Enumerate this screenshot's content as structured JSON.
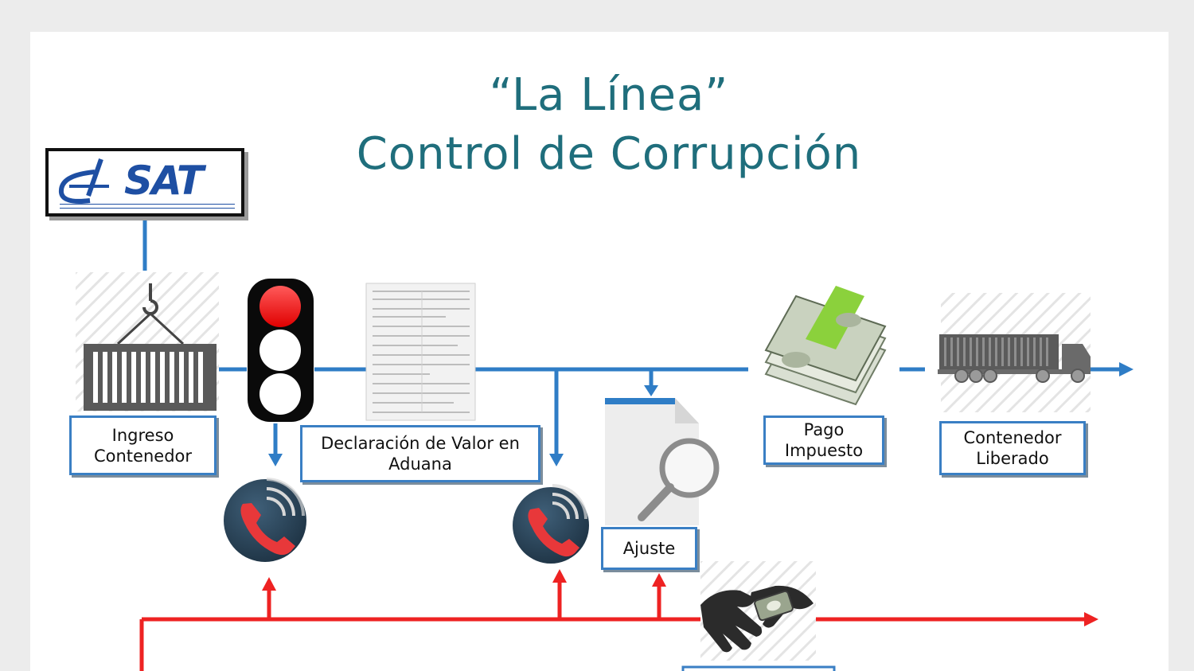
{
  "title": {
    "line1": "“La Línea”",
    "line2": "Control de Corrupción"
  },
  "logo": {
    "text": "SAT"
  },
  "steps": {
    "ingreso": "Ingreso\nContenedor",
    "declaracion": "Declaración de Valor en\nAduana",
    "ajuste": "Ajuste",
    "pago": "Pago\nImpuesto",
    "liberado": "Contenedor\nLiberado"
  },
  "colors": {
    "main_flow": "#2f7dc6",
    "corruption_flow": "#ee2222",
    "title": "#1f6e7c",
    "box_border": "#3a7fc4"
  },
  "icons": [
    "crane-container-icon",
    "traffic-light-icon",
    "document-icon",
    "phone-icon",
    "search-document-icon",
    "money-icon",
    "truck-icon",
    "handshake-bribe-icon"
  ]
}
